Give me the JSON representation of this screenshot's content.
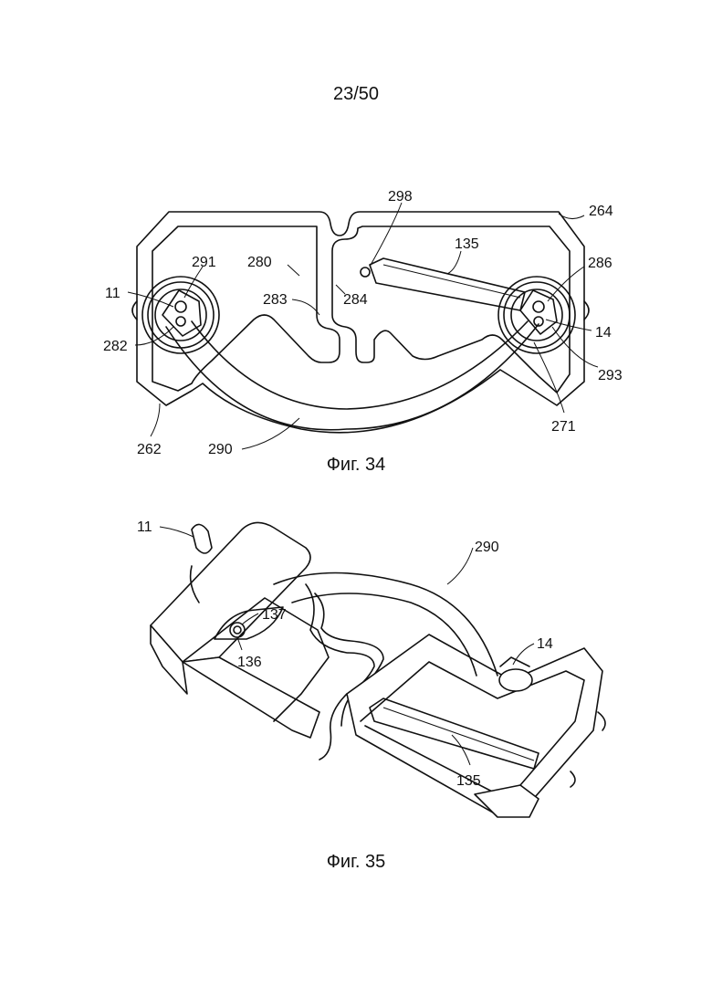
{
  "page_number": "23/50",
  "fig34": {
    "caption": "Фиг. 34",
    "labels": {
      "l298": "298",
      "l264": "264",
      "l135": "135",
      "l291": "291",
      "l280": "280",
      "l286": "286",
      "l11": "11",
      "l283": "283",
      "l284": "284",
      "l14": "14",
      "l282": "282",
      "l293": "293",
      "l271": "271",
      "l262": "262",
      "l290": "290"
    }
  },
  "fig35": {
    "caption": "Фиг. 35",
    "labels": {
      "l11": "11",
      "l290": "290",
      "l137": "137",
      "l14": "14",
      "l136": "136",
      "l135": "135"
    }
  }
}
